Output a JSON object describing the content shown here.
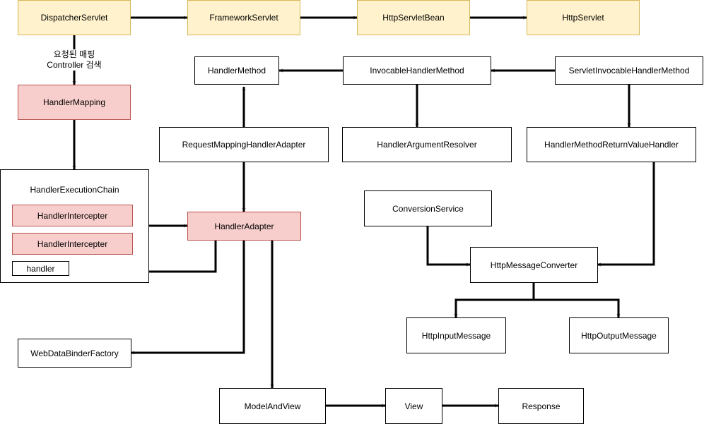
{
  "nodes": {
    "dispatcher_servlet": "DispatcherServlet",
    "framework_servlet": "FrameworkServlet",
    "http_servlet_bean": "HttpServletBean",
    "http_servlet": "HttpServlet",
    "handler_method": "HandlerMethod",
    "invocable_handler_method": "InvocableHandlerMethod",
    "servlet_invocable_handler_method": "ServletInvocableHandlerMethod",
    "handler_mapping": "HandlerMapping",
    "request_mapping_handler_adapter": "RequestMappingHandlerAdapter",
    "handler_argument_resolver": "HandlerArgumentResolver",
    "handler_method_return_value_handler": "HandlerMethodReturnValueHandler",
    "handler_execution_chain": "HandlerExecutionChain",
    "handler_intercepter_1": "HandlerIntercepter",
    "handler_intercepter_2": "HandlerIntercepter",
    "handler": "handler",
    "handler_adapter": "HandlerAdapter",
    "conversion_service": "ConversionService",
    "http_message_converter": "HttpMessageConverter",
    "http_input_message": "HttpInputMessage",
    "http_output_message": "HttpOutputMessage",
    "web_data_binder_factory": "WebDataBinderFactory",
    "model_and_view": "ModelAndView",
    "view": "View",
    "response": "Response"
  },
  "edge_labels": {
    "mapping_line1": "요청된 매핑",
    "mapping_line2": "Controller 검색"
  },
  "colors": {
    "yellow_fill": "#fff2cc",
    "yellow_stroke": "#d6b656",
    "red_fill": "#f8cecc",
    "red_stroke": "#b85450"
  }
}
